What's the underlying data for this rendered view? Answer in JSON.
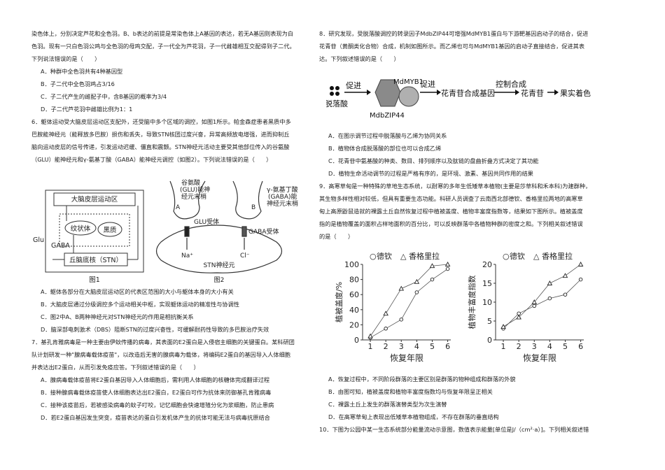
{
  "left": {
    "q5_lines": [
      "染色体上，分别决定芦花和全色羽。B、b表达的前提是常染色体上A基因的表达，若无A基因则表现为白",
      "色羽。现有一只白色羽公鸡与全色羽的母鸡交配，子一代全为芦花羽，子一代雌雄相互交配得到子二代。",
      "下列说法错误的是（　　）"
    ],
    "q5_opts": [
      "A．种群中全色羽共有4种基因型",
      "B．子二代中全色羽鸡占3/16",
      "C．子二代产生的雌配子中，含B基因的概率为3/4",
      "D．子二代芦花羽中雌雄比例为1：1"
    ],
    "q6_lines": [
      "6．躯体运动受大脑皮层运动区支配外，还受脑中多个区域的调控，如图1所示。帕金森症患者黑质中多",
      "巴胺能神经元（能释放多巴胺）损伤和丢失，导致STN核团过度兴奋，异常高频放电增强，进而抑制丘",
      "脑向运动皮层的信号传递，引发运动迟缓、僵直和震颤。STN神经元活动主要受其他部位传入的谷氨酸",
      "（GLU）能神经元和γ-氨基丁酸（GABA）能神经元调控（如图2）。下列说法错误的是（　　）"
    ],
    "fig1": {
      "cortex": "大脑皮层运动区",
      "striatum": "纹状体",
      "substantia": "黑质",
      "stn": "丘脑底核（STN）",
      "glu": "Glu",
      "gaba": "GABA",
      "caption": "图1"
    },
    "fig2": {
      "glu_neuron": [
        "谷氨酸",
        "(GLU)能神",
        "经元末梢"
      ],
      "gaba_neuron": [
        "γ-氨基丁酸",
        "(GABA)能",
        "神经元末梢"
      ],
      "label_a": "A",
      "label_b": "B",
      "glu_receptor": "GLU受体",
      "gaba_receptor": "GABA受体",
      "na": "Na⁺",
      "cl": "Cl⁻",
      "stn": "STN神经元",
      "caption": "图2"
    },
    "q6_opts": [
      "A．躯体各部分在大脑皮层运动区的代表区范围的大小与躯体本身的大小有关",
      "B．大脑皮层通过分级调控多个运动相关中枢，实现躯体运动的精准性与协调性",
      "C．图2中A、B两种神经元对STN神经元的作用是相抗衡关系",
      "D．脑深部电刺激术（DBS）阻断STN的过度兴奋性，可缓解耐药性导致的多巴胺治疗失效"
    ],
    "q7_lines": [
      "7．基孔肯雅病毒是一种主要由伊蚊传播的病毒，其表面的E2蛋白是入侵宿主细胞的关键蛋白。某科研团",
      "队计划研发一种\"腺病毒载体疫苗\"，以改造后无害的腺病毒为载体，将编码E2蛋白的基因导入人体细胞",
      "并表达出E2蛋白，从而引发免疫应答。下列叙述错误的是（　　）"
    ],
    "q7_opts": [
      "A．腺病毒载体疫苗将E2蛋白基因导入人体细胞后，需利用人体细胞的核糖体完成翻译过程",
      "B．接种腺病毒载体疫苗使人体细胞表达出E2蛋白，E2蛋白可作为抗体来防御基孔肯雅病毒",
      "C．接种该疫苗后，若被感染病毒的蚊子叮咬，记忆细胞会快速增殖分化为浆细胞，防止患病",
      "D．若E2蛋白基因发生突变，疫苗表达的蛋白引发机体产生的抗体可能无法与病毒抗原结合"
    ]
  },
  "right": {
    "q8_lines": [
      "8．研究发现，受脱落酸调控的转录因子MdbZIP44可增强MdMYB1蛋白与下游靶基因启动子的结合，促进",
      "花青苷（黄酮类化合物）合成，机制如图所示。而乙烯也可与MdMYB1基因的启动子直接结合，促进其表",
      "达。下列叙述错误的是（　　）"
    ],
    "fig8": {
      "promote1": "促进",
      "abscisic": "脱落酸",
      "mdmyb1": "MdMYB1",
      "promote2": "促进",
      "mdbzip44": "MdbZIP44",
      "gene": "花青苷合成基因",
      "control": "控制合成",
      "anthocyanin": "花青苷",
      "fruit": "果实着色"
    },
    "q8_opts": [
      "A．在图示调节过程中脱落酸与乙烯为协同关系",
      "B．植物体合成脱落酸的部位也可以合成乙烯",
      "C．花青苷中氨基酸的种类、数目、排列顺序以及肽链的盘曲折叠方式决定了其功能",
      "D．植物生命活动调节的过程是严格有序的，是环境、激素、基因共同作用的结果"
    ],
    "q9_lines": [
      "9．高寒草甸是一种特殊的草地生态系统，以耐寒的多年生低矮草本植物(主要是莎草科和禾本科)为建群种，",
      "其生物多样性相对较低，但具有重要生态功能。科研人员调查了云南西北部德钦、香格里拉两地的高寒草",
      "甸上高原鼢鼠造就的裸露土丘自然恢复过程中植被盖度、植物丰富度指数等，结果如下图所示。植被盖度",
      "指的是植物覆盖的面积占样地面积的百分比，可以反映群落中各植物种群的密度之和。下列相关叙述错误",
      "的是（　　）"
    ],
    "q9_opts": [
      "A．恢复过程中，不同阶段群落的主要区别是群落的物种组成和群落的外貌",
      "B．由图可知，植被盖度和植物丰富度指数均与恢复年限呈正相关",
      "C．裸露土丘上发生的群落演替类型为次生演替",
      "D．在高寒草甸上表现出低矮草本植物组成，不存在群落的垂直结构"
    ],
    "q10_line": "10．下图为公园中某一生态系统部分能量流动示意图，数值表示能量[单位是J/（cm²·a）]。下列相关叙述错"
  },
  "chart_data": [
    {
      "type": "scatter",
      "title": "",
      "xlabel": "恢复年限",
      "ylabel": "植被盖度/%",
      "xlim": [
        0.5,
        6.2
      ],
      "ylim": [
        0,
        100
      ],
      "xticks": [
        1,
        2,
        3,
        4,
        5,
        6
      ],
      "yticks": [
        0,
        20,
        40,
        60,
        80,
        100
      ],
      "legend": [
        {
          "marker": "circle",
          "label": "德钦"
        },
        {
          "marker": "triangle",
          "label": "香格里拉"
        }
      ],
      "series": [
        {
          "name": "德钦",
          "marker": "circle",
          "x": [
            1,
            2,
            3,
            4,
            5,
            6
          ],
          "y": [
            3,
            15,
            27,
            63,
            80,
            94
          ]
        },
        {
          "name": "香格里拉",
          "marker": "triangle",
          "x": [
            1,
            2,
            3,
            4,
            5,
            6
          ],
          "y": [
            5,
            35,
            68,
            77,
            98,
            100
          ]
        }
      ]
    },
    {
      "type": "scatter",
      "title": "",
      "xlabel": "恢复年限",
      "ylabel": "植物丰富度指数",
      "xlim": [
        0.5,
        6.2
      ],
      "ylim": [
        0,
        20
      ],
      "xticks": [
        1,
        2,
        3,
        4,
        5,
        6
      ],
      "yticks": [
        0,
        5,
        10,
        15,
        20
      ],
      "legend": [
        {
          "marker": "circle",
          "label": "德钦"
        },
        {
          "marker": "triangle",
          "label": "香格里拉"
        }
      ],
      "series": [
        {
          "name": "德钦",
          "marker": "circle",
          "x": [
            1,
            2,
            3,
            4,
            5,
            6
          ],
          "y": [
            3,
            7,
            9,
            11,
            12,
            16
          ]
        },
        {
          "name": "香格里拉",
          "marker": "triangle",
          "x": [
            1,
            2,
            3,
            4,
            5,
            6
          ],
          "y": [
            3.5,
            6,
            10,
            15,
            17,
            20
          ]
        }
      ]
    }
  ]
}
